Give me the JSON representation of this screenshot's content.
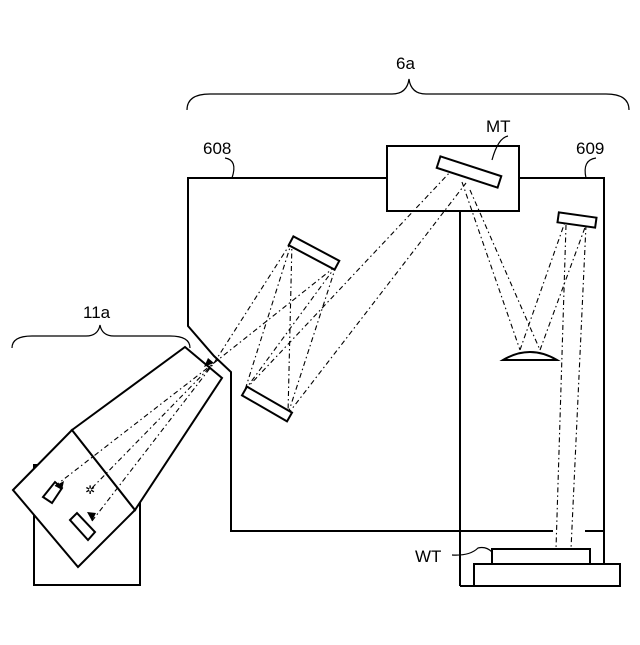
{
  "labels": {
    "module": "6a",
    "wall_left": "608",
    "wall_right": "609",
    "mask": "MT",
    "source": "11a",
    "wafer": "WT"
  }
}
